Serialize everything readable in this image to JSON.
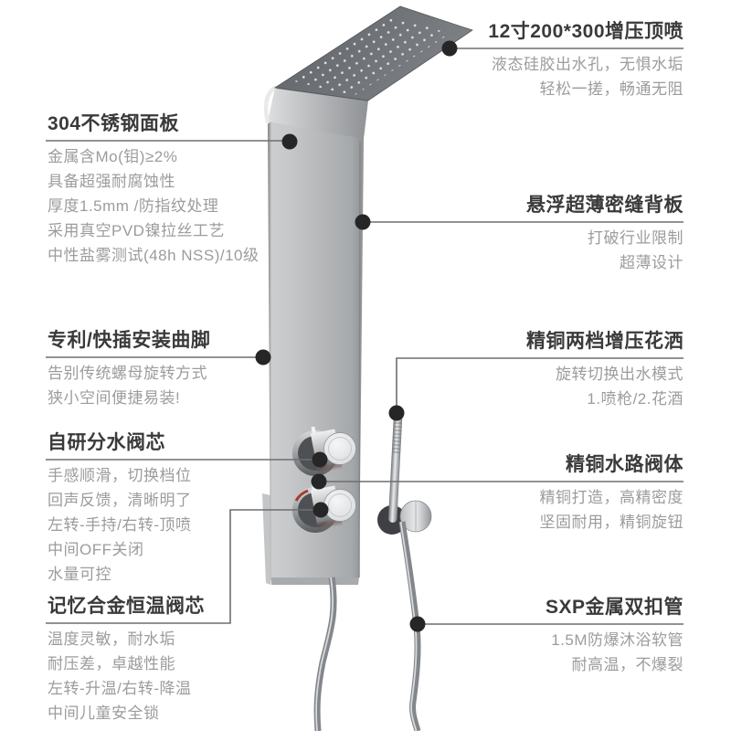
{
  "callouts": {
    "left": [
      {
        "title": "304不锈钢面板",
        "lines": [
          "金属含Mo(钼)≥2%",
          "具备超强耐腐蚀性",
          "厚度1.5mm /防指纹处理",
          "采用真空PVD镍拉丝工艺",
          "中性盐雾测试(48h NSS)/10级"
        ]
      },
      {
        "title": "专利/快插安装曲脚",
        "lines": [
          "告别传统螺母旋转方式",
          "狭小空间便捷易装!"
        ]
      },
      {
        "title": "自研分水阀芯",
        "lines": [
          "手感顺滑，切换档位",
          "回声反馈，清晰明了",
          "左转-手持/右转-顶喷",
          "中间OFF关闭",
          "水量可控"
        ]
      },
      {
        "title": "记忆合金恒温阀芯",
        "lines": [
          "温度灵敏，耐水垢",
          "耐压差，卓越性能",
          "左转-升温/右转-降温",
          "中间儿童安全锁"
        ]
      }
    ],
    "right": [
      {
        "title": "12寸200*300增压顶喷",
        "lines": [
          "液态硅胶出水孔，无惧水垢",
          "轻松一搓，畅通无阻"
        ]
      },
      {
        "title": "悬浮超薄密缝背板",
        "lines": [
          "打破行业限制",
          "超薄设计"
        ]
      },
      {
        "title": "精铜两档增压花洒",
        "lines": [
          "旋转切换出水模式",
          "1.喷枪/2.花酒"
        ]
      },
      {
        "title": "精铜水路阀体",
        "lines": [
          "精铜打造，高精密度",
          "坚固耐用，精铜旋钮"
        ]
      },
      {
        "title": "SXP金属双扣管",
        "lines": [
          "1.5M防爆沐浴软管",
          "耐高温，不爆裂"
        ]
      }
    ]
  },
  "colors": {
    "title_text": "#3a3a3a",
    "body_text": "#9c9c9c",
    "callout_line": "#6e6e6e",
    "callout_dot": "#262626",
    "panel_silver": "#b7b9bb",
    "head_dark": "#6b6e72",
    "temp_accent_red": "#a63c30"
  }
}
